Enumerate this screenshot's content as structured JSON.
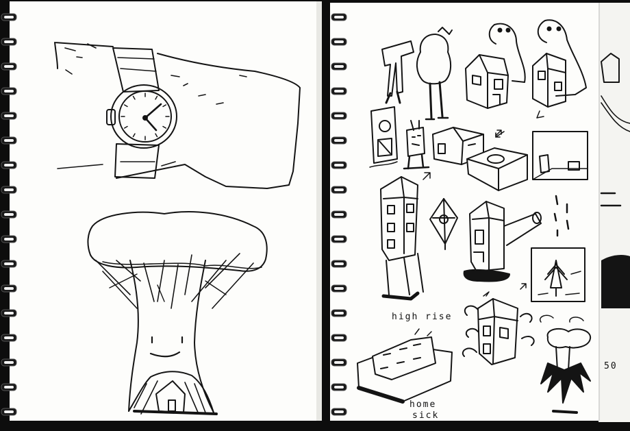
{
  "image": {
    "kind": "scanned sketchbook spread",
    "colors": {
      "paper": "#fdfdfb",
      "ink": "#141414",
      "background": "#0d0d0d",
      "spiral": "#1a1a1a"
    }
  },
  "left_page": {
    "sketches": [
      "wristwatch-on-wrist",
      "mushroom-tree-with-face",
      "small-house-under-tree"
    ]
  },
  "right_page": {
    "captions": {
      "high_rise": "high rise",
      "home": "home",
      "sick": "sick",
      "edge_number": "50"
    },
    "sketches": [
      "walking-legs",
      "blob-figure-on-legs",
      "small-house",
      "ghost-over-house",
      "ghost-over-house-2",
      "cabinet-speaker",
      "little-robot",
      "two-boxy-buildings",
      "framed-room-scene",
      "tall-house-on-legs",
      "diamond-kite",
      "house-with-chimney-on-tank",
      "drips",
      "framed-pine-trees",
      "house-with-clouds",
      "houseboat",
      "tree-on-spiky-bush"
    ]
  }
}
